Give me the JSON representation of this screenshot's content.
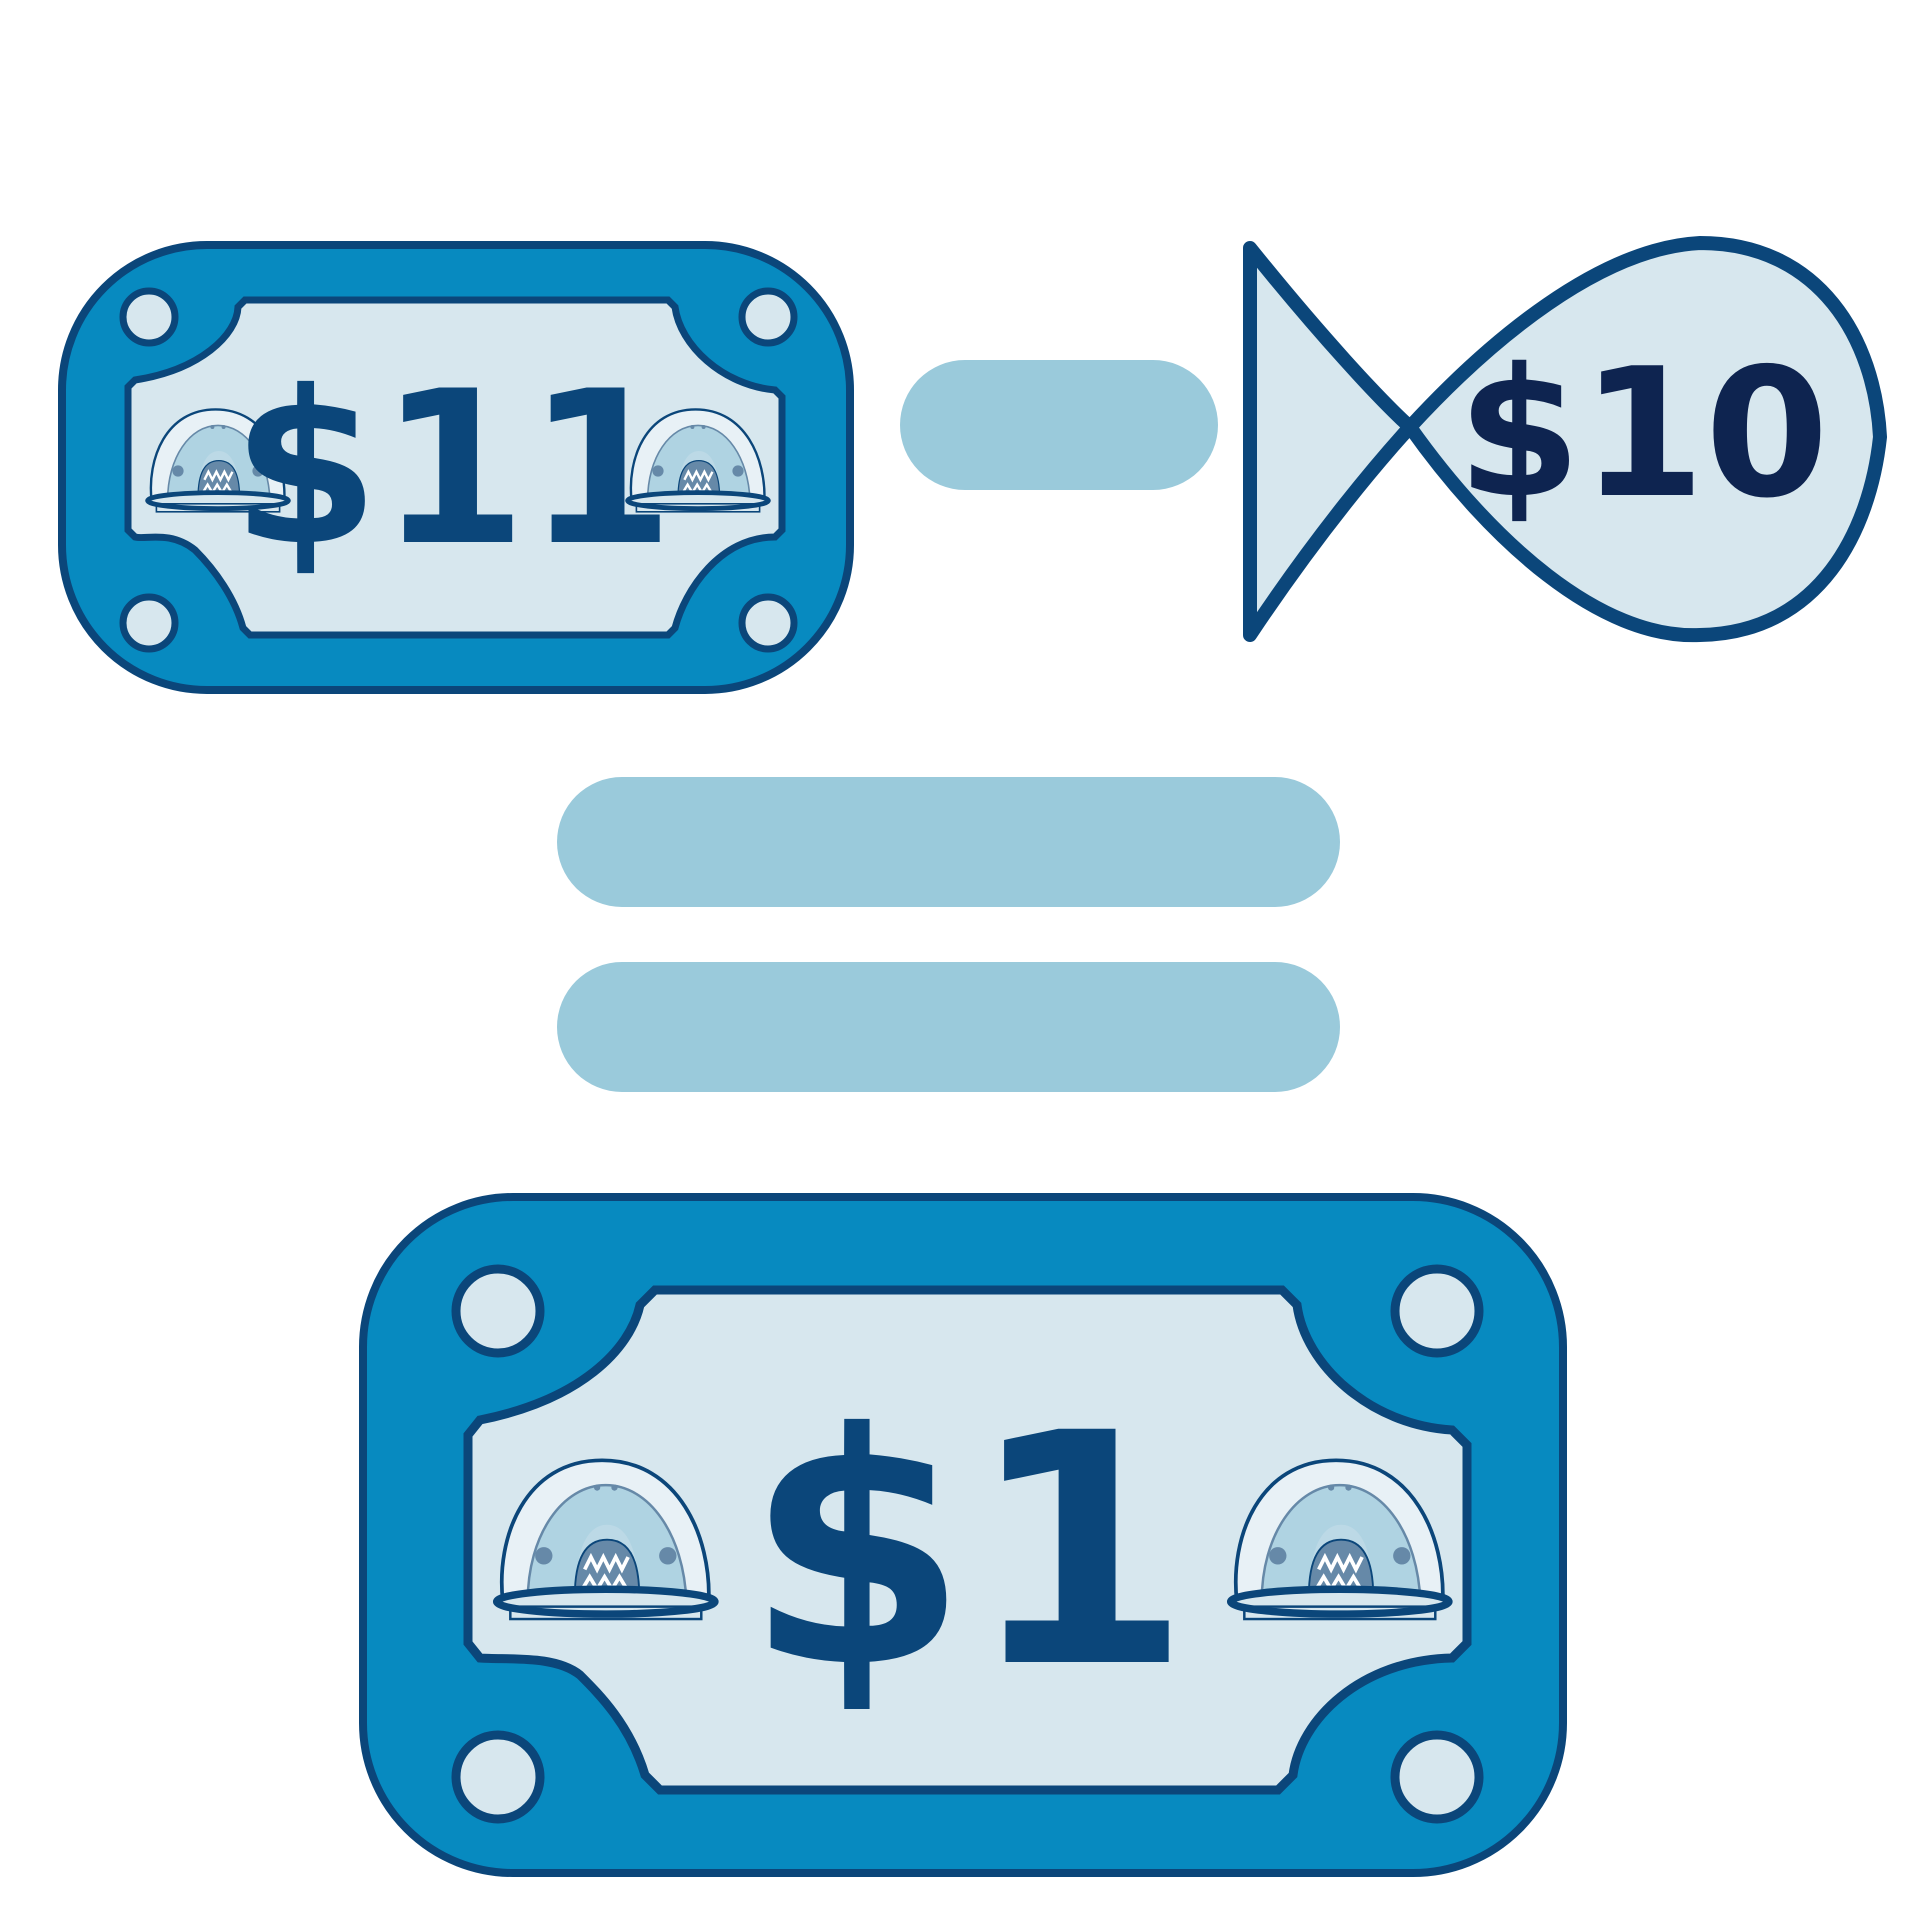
{
  "equation": {
    "minuend": {
      "label": "$11"
    },
    "subtrahend": {
      "label": "$10"
    },
    "difference": {
      "label": "$1"
    }
  },
  "colors": {
    "outline": "#0B467A",
    "bill_fill": "#078AC0",
    "paper_fill": "#D7E7EE",
    "operator_fill": "#9ACADB",
    "shark_body": "#AFD3E2",
    "shark_dark": "#6689A8",
    "dollar_text": "#0B467A",
    "fish_text": "#0E2450"
  }
}
